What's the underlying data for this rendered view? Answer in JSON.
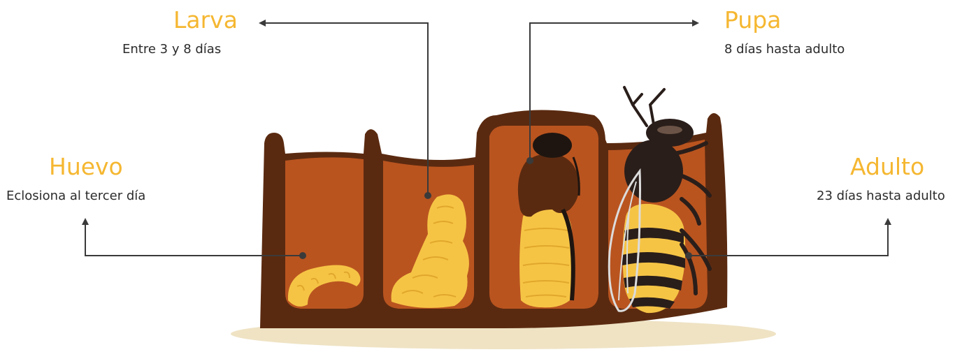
{
  "stages": {
    "larva": {
      "title": "Larva",
      "subtitle": "Entre 3 y 8 días"
    },
    "pupa": {
      "title": "Pupa",
      "subtitle": "8 días hasta adulto"
    },
    "huevo": {
      "title": "Huevo",
      "subtitle": "Eclosiona al tercer día"
    },
    "adulto": {
      "title": "Adulto",
      "subtitle": "23 días hasta adulto"
    }
  },
  "colors": {
    "title": "#f5b731",
    "text": "#2b2b2b",
    "comb_dark": "#5a2a10",
    "comb_fill": "#b9541f",
    "larva": "#f6c445",
    "bee_dark": "#2a1e1a",
    "shadow": "#efe3c4"
  }
}
